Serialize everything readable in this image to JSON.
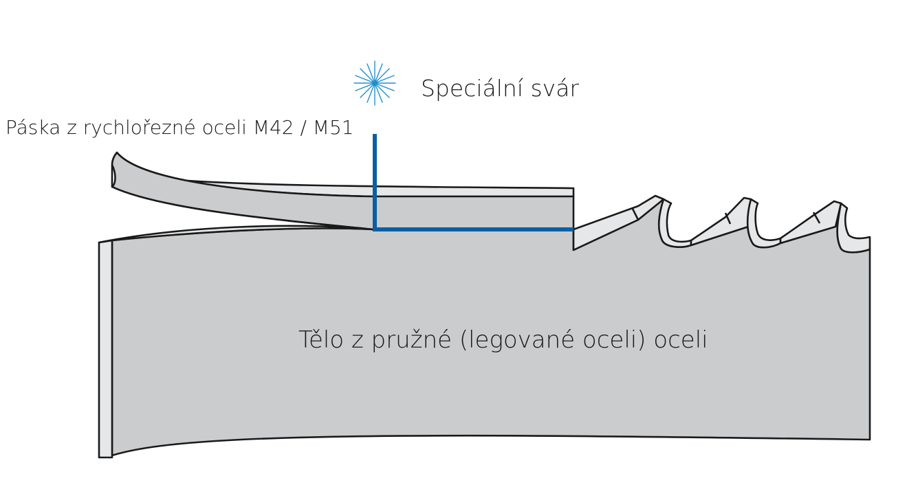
{
  "labels": {
    "weld": "Speciální svár",
    "hss_strip": "Páska z rychlořezné oceli M42 / M51",
    "blade_body": "Tělo z pružné (legované oceli) oceli"
  },
  "colors": {
    "steel_fill": "#cbccce",
    "edge_fill": "#e6e7e9",
    "outline": "#1a1a1a",
    "weld_line": "#0a5fa3",
    "spark": "#1e8fd0"
  },
  "icons": {
    "weld_spark": "spark-icon"
  }
}
